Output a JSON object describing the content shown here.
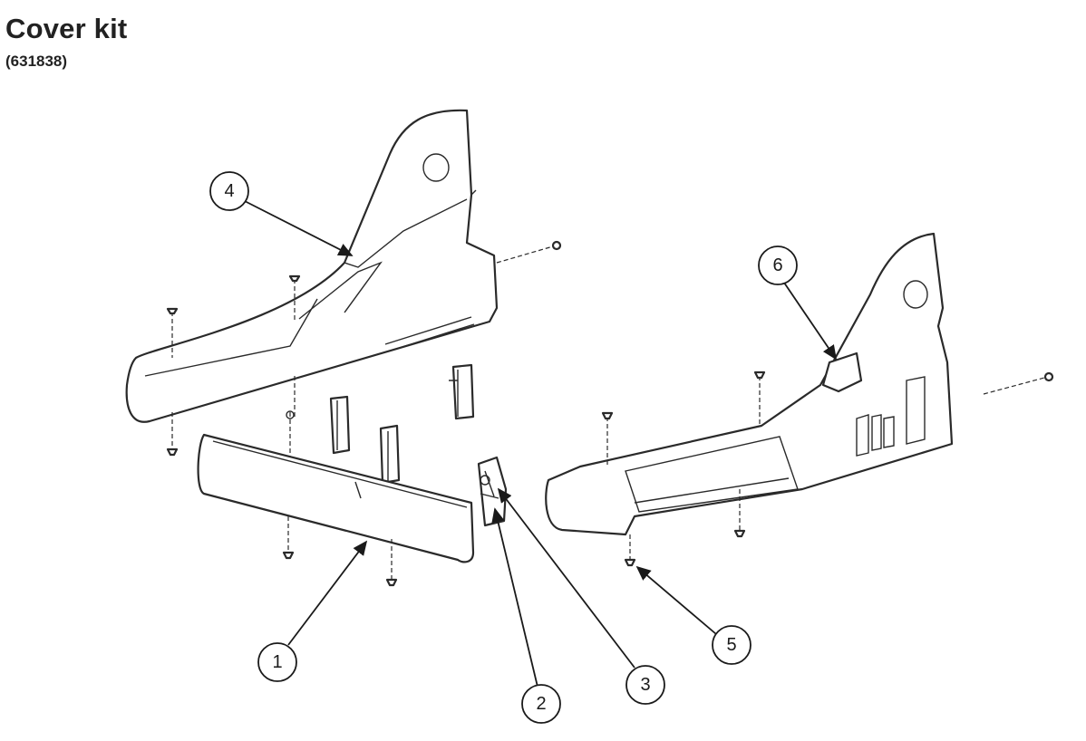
{
  "title": "Cover kit",
  "part_number": "(631838)",
  "callouts": [
    {
      "id": "callout-1",
      "label": "1"
    },
    {
      "id": "callout-2",
      "label": "2"
    },
    {
      "id": "callout-3",
      "label": "3"
    },
    {
      "id": "callout-4",
      "label": "4"
    },
    {
      "id": "callout-5",
      "label": "5"
    },
    {
      "id": "callout-6",
      "label": "6"
    }
  ]
}
